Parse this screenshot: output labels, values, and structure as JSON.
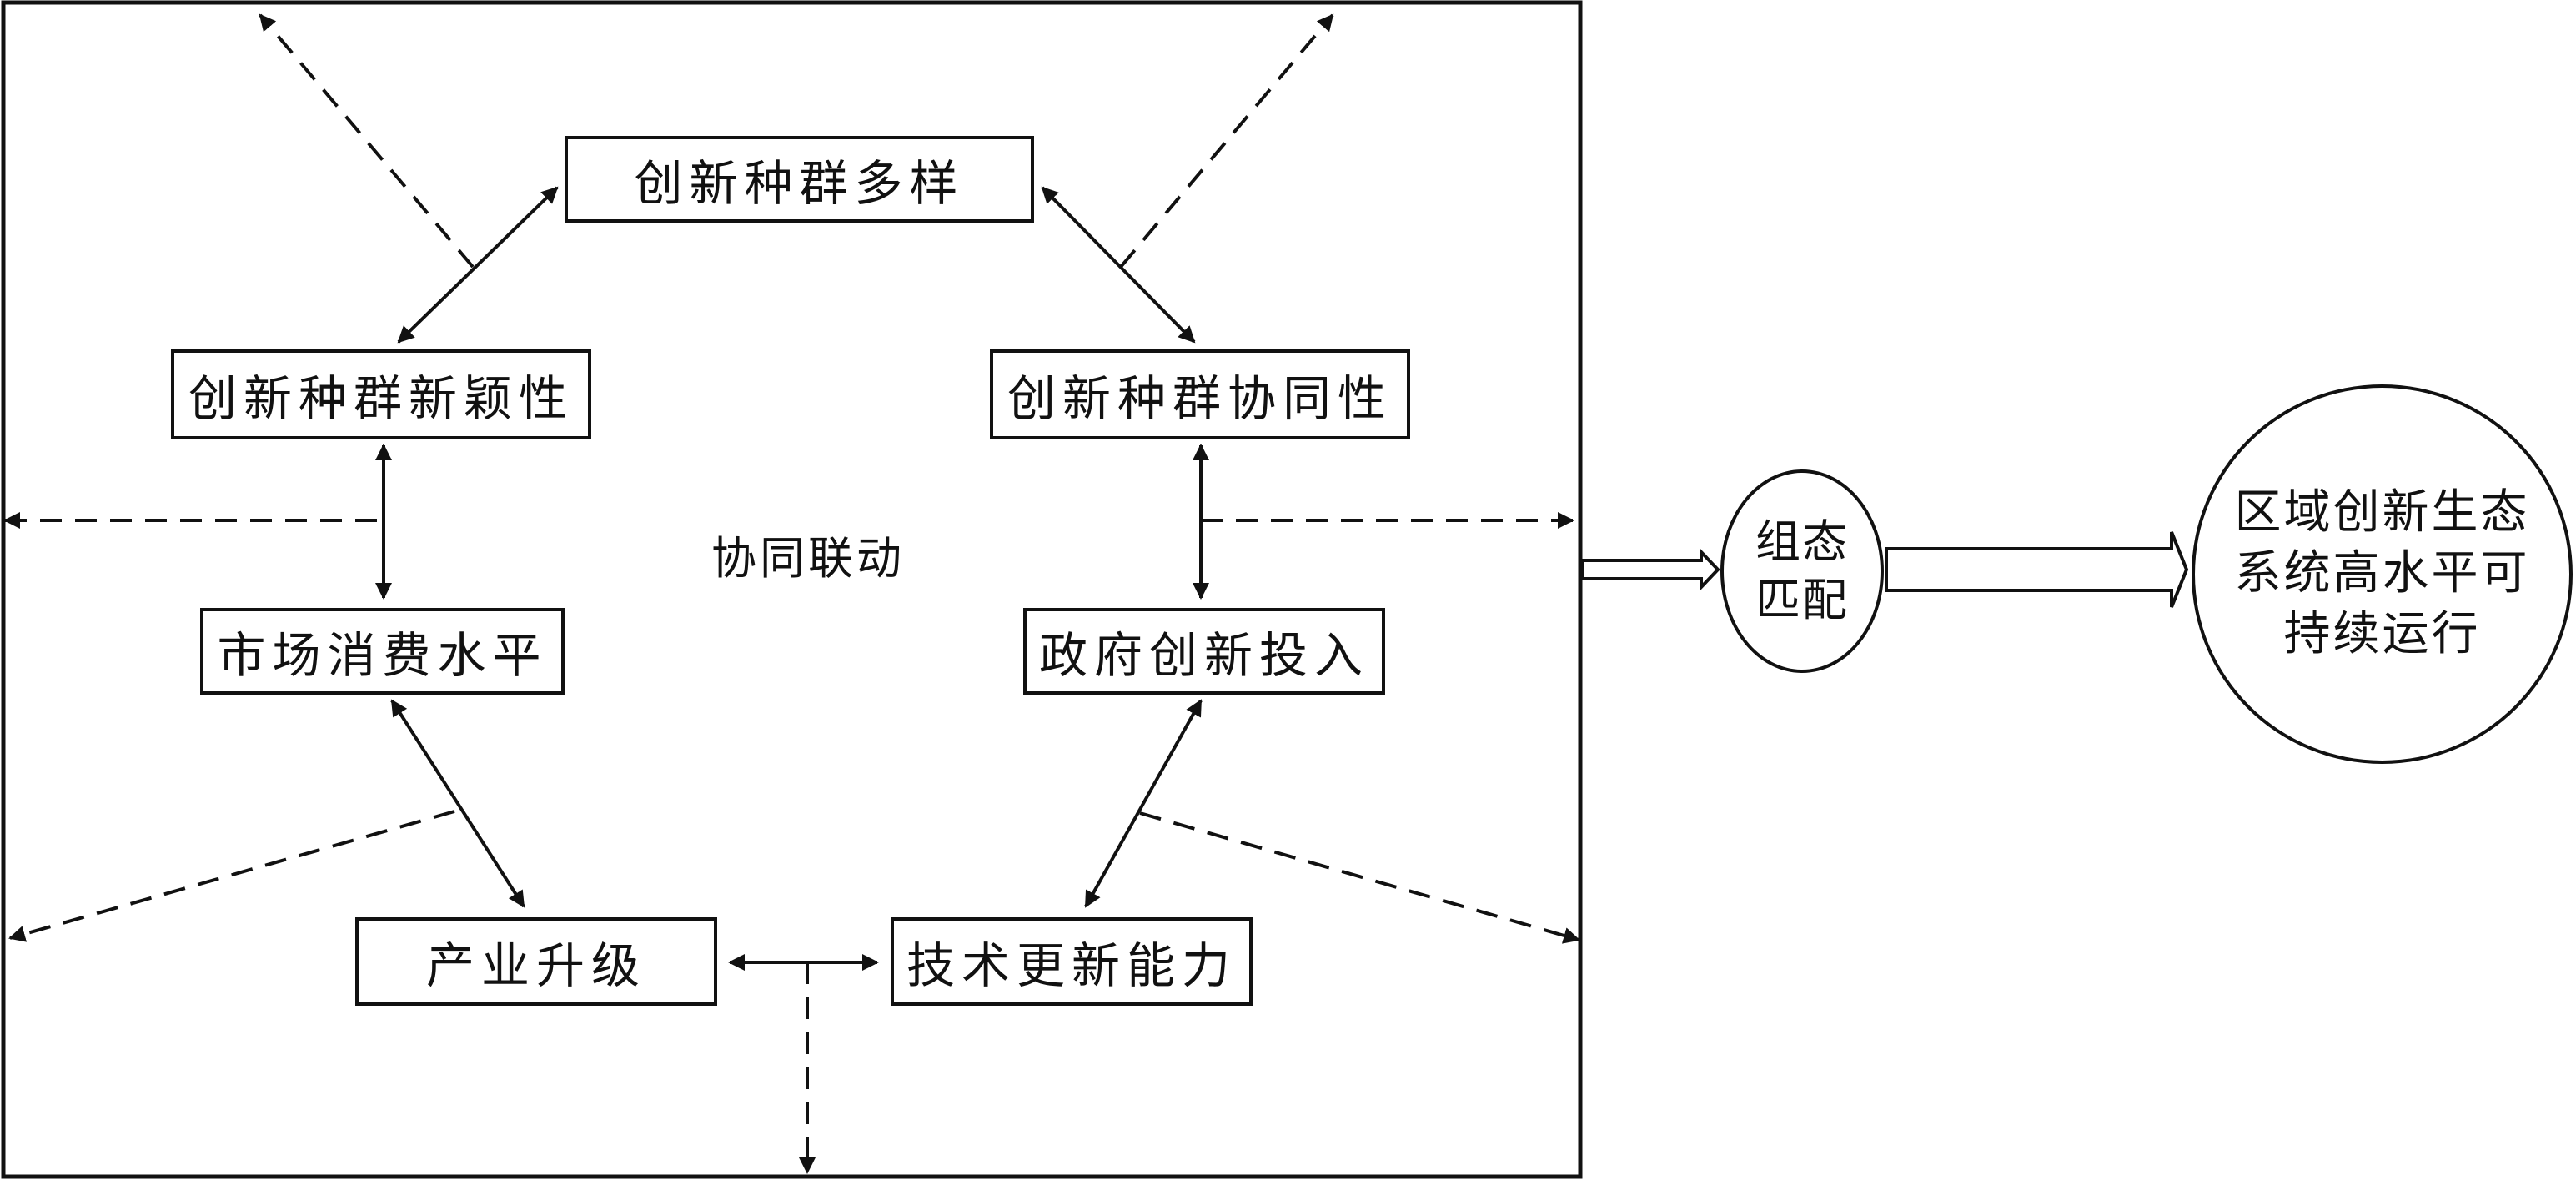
{
  "diagram": {
    "nodes": {
      "diversity": "创新种群多样",
      "novelty": "创新种群新颖性",
      "synergy": "创新种群协同性",
      "consumption": "市场消费水平",
      "gov_input": "政府创新投入",
      "industry_upgrade": "产业升级",
      "tech_update": "技术更新能力"
    },
    "center_label": "协同联动",
    "config_match": {
      "line1": "组态",
      "line2": "匹配"
    },
    "outcome": {
      "line1": "区域创新生态",
      "line2": "系统高水平可",
      "line3": "持续运行"
    }
  }
}
